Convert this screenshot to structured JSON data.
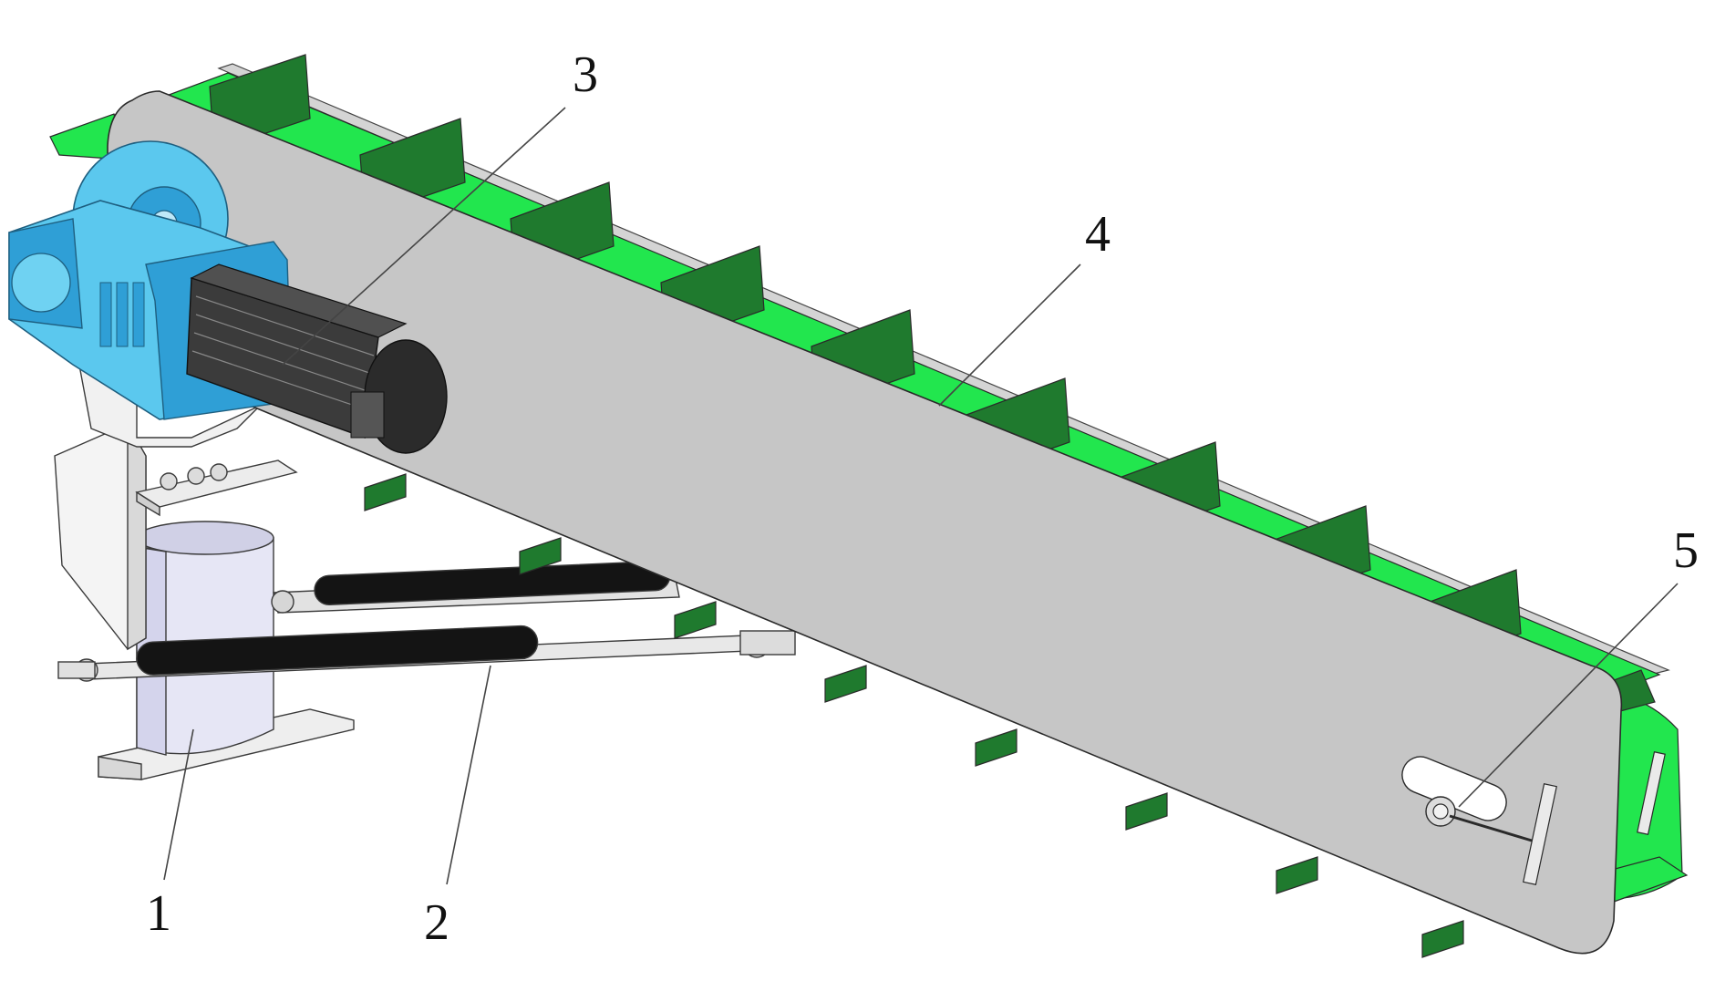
{
  "colors": {
    "frame": "#c6c6c6",
    "belt_green": "#1ee84a",
    "flight_green": "#1f7a2e",
    "motor_black": "#2b2b2b",
    "gearbox_blue": "#5bc8ee",
    "gearbox_blue_dark": "#2f9fd6",
    "pedestal": "#e4e4f2",
    "rod_black": "#141414"
  },
  "components": [
    {
      "id": "1",
      "icon": "pedestal-base"
    },
    {
      "id": "2",
      "icon": "gas-spring-strut"
    },
    {
      "id": "3",
      "icon": "servo-motor-gearbox"
    },
    {
      "id": "4",
      "icon": "cleated-conveyor-belt"
    },
    {
      "id": "5",
      "icon": "belt-tensioner"
    }
  ]
}
